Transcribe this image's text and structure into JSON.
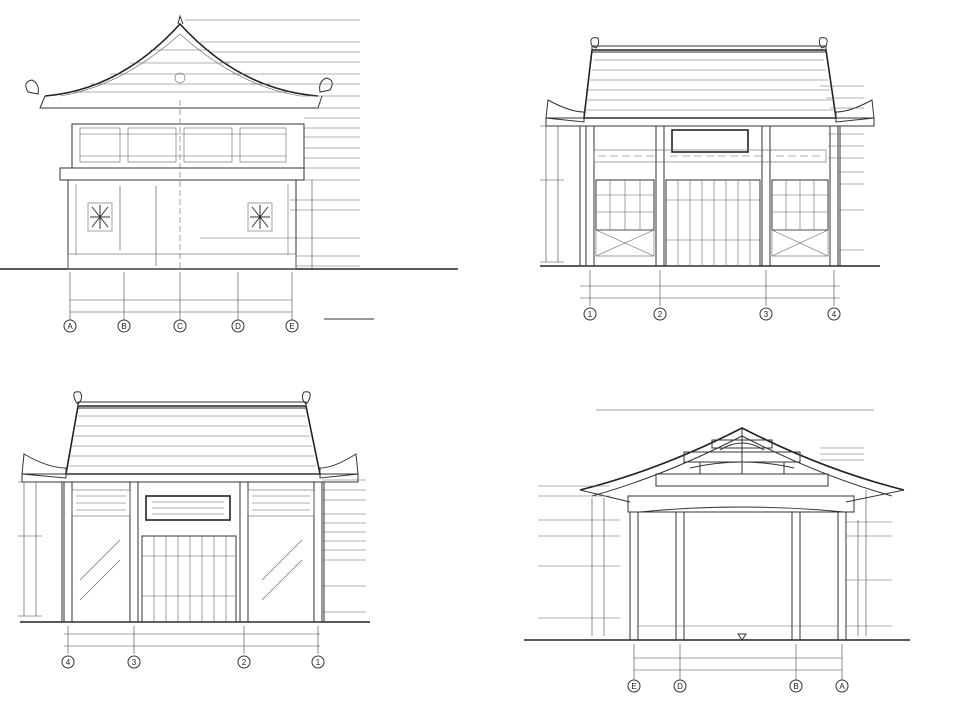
{
  "views": {
    "v1": {
      "title": "",
      "scale": "",
      "axes": [
        "A",
        "B",
        "C",
        "D",
        "E"
      ],
      "dims": [
        "",
        "",
        "",
        "",
        ""
      ],
      "total": "",
      "heights": [
        "",
        "",
        "",
        "",
        ""
      ],
      "notes": [
        "",
        "",
        "",
        "",
        "",
        "",
        "",
        "",
        "",
        "",
        "",
        "",
        "",
        "",
        "",
        "",
        "",
        "",
        "",
        ""
      ]
    },
    "v2": {
      "title": "",
      "axes": [
        "1",
        "2",
        "3",
        "4"
      ],
      "dims": [
        "",
        "",
        "",
        ""
      ],
      "total": "",
      "heights": [
        "",
        "",
        ""
      ],
      "notes": [
        "",
        "",
        "",
        "",
        "",
        "",
        "",
        "",
        "",
        ""
      ],
      "plaque": ""
    },
    "v3": {
      "title": "",
      "axes": [
        "4",
        "3",
        "2",
        "1"
      ],
      "dims": [
        "",
        "",
        ""
      ],
      "total": "",
      "heights": [
        "",
        "",
        ""
      ],
      "notes": [
        "",
        "",
        "",
        "",
        "",
        "",
        "",
        "",
        "",
        "",
        ""
      ]
    },
    "v4": {
      "title": "",
      "axes": [
        "E",
        "D",
        "B",
        "A"
      ],
      "dims": [
        "",
        "",
        ""
      ],
      "total": "",
      "level": "",
      "topdims": [
        "",
        "",
        "",
        "",
        "",
        "",
        "",
        "",
        "",
        "",
        "",
        "",
        "",
        "",
        "",
        "",
        ""
      ],
      "heights": [
        "",
        "",
        ""
      ],
      "notes": [
        "",
        "",
        "",
        "",
        "",
        "",
        "",
        "",
        "",
        "",
        "",
        "",
        ""
      ]
    }
  }
}
